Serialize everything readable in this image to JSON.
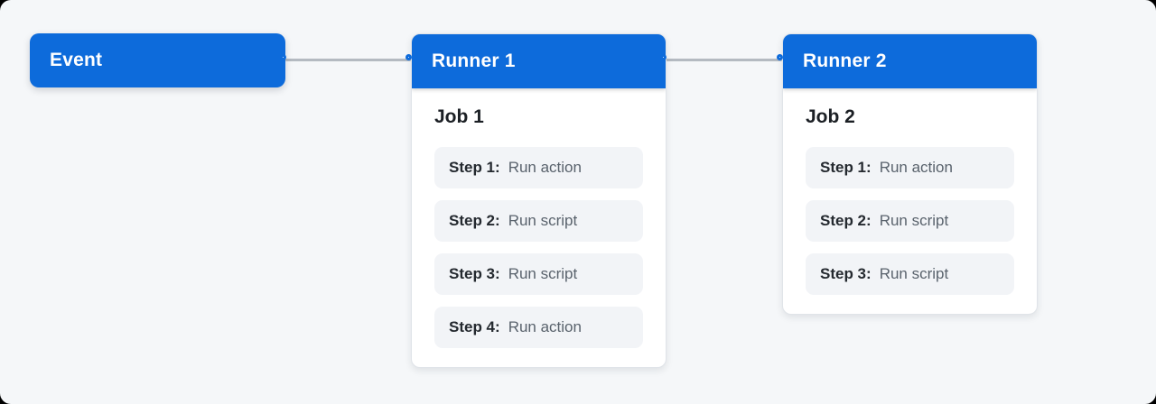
{
  "colors": {
    "accent_blue": "#0d6bdb",
    "canvas_background": "#f5f7f9",
    "card_background": "#ffffff",
    "card_border": "#e0e4e9",
    "step_background": "#f2f4f7",
    "connector_line": "#b4bac1",
    "title_text": "#ffffff",
    "job_title_text": "#1b1f24",
    "step_label_text": "#24292f",
    "step_action_text": "#59626c"
  },
  "diagram": {
    "event": {
      "title": "Event"
    },
    "runner1": {
      "title": "Runner 1",
      "job": {
        "title": "Job 1",
        "steps": [
          {
            "label": "Step 1:",
            "action": "Run action"
          },
          {
            "label": "Step 2:",
            "action": "Run script"
          },
          {
            "label": "Step 3:",
            "action": "Run script"
          },
          {
            "label": "Step 4:",
            "action": "Run action"
          }
        ]
      }
    },
    "runner2": {
      "title": "Runner 2",
      "job": {
        "title": "Job 2",
        "steps": [
          {
            "label": "Step 1:",
            "action": "Run action"
          },
          {
            "label": "Step 2:",
            "action": "Run script"
          },
          {
            "label": "Step 3:",
            "action": "Run script"
          }
        ]
      }
    }
  }
}
